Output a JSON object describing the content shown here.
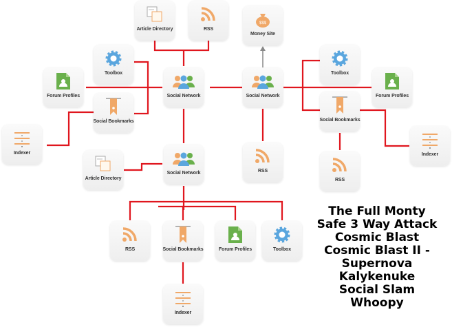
{
  "colors": {
    "wire": "#e0161e",
    "arrow": "#888888",
    "orange": "#f0a868",
    "green": "#6ab04c",
    "blue": "#5aa6de"
  },
  "nodes": [
    {
      "id": "ad1",
      "label": "Article Directory",
      "icon": "article-directory-icon"
    },
    {
      "id": "rss1",
      "label": "RSS",
      "icon": "rss-icon"
    },
    {
      "id": "money",
      "label": "Money Site",
      "icon": "money-bag-icon"
    },
    {
      "id": "tb1",
      "label": "Toolbox",
      "icon": "gear-icon"
    },
    {
      "id": "sn1",
      "label": "Social Network",
      "icon": "people-icon"
    },
    {
      "id": "sn2",
      "label": "Social Network",
      "icon": "people-icon"
    },
    {
      "id": "tb2",
      "label": "Toolbox",
      "icon": "gear-icon"
    },
    {
      "id": "fp1",
      "label": "Forum Profiles",
      "icon": "forum-profile-icon"
    },
    {
      "id": "fp2",
      "label": "Forum Profiles",
      "icon": "forum-profile-icon"
    },
    {
      "id": "sb1",
      "label": "Social Bookmarks",
      "icon": "bookmark-icon"
    },
    {
      "id": "sb2",
      "label": "Social Bookmarks",
      "icon": "bookmark-icon"
    },
    {
      "id": "ix1",
      "label": "Indexer",
      "icon": "indexer-icon"
    },
    {
      "id": "ix2",
      "label": "Indexer",
      "icon": "indexer-icon"
    },
    {
      "id": "ad2",
      "label": "Article Directory",
      "icon": "article-directory-icon"
    },
    {
      "id": "sn3",
      "label": "Social Network",
      "icon": "people-icon"
    },
    {
      "id": "rss2",
      "label": "RSS",
      "icon": "rss-icon"
    },
    {
      "id": "rss3",
      "label": "RSS",
      "icon": "rss-icon"
    },
    {
      "id": "rss4",
      "label": "RSS",
      "icon": "rss-icon"
    },
    {
      "id": "sb3",
      "label": "Social Bookmarks",
      "icon": "bookmark-icon"
    },
    {
      "id": "fp3",
      "label": "Forum Profiles",
      "icon": "forum-profile-icon"
    },
    {
      "id": "tb3",
      "label": "Toolbox",
      "icon": "gear-icon"
    },
    {
      "id": "ix3",
      "label": "Indexer",
      "icon": "indexer-icon"
    }
  ],
  "title_lines": [
    "The Full Monty",
    "Safe 3 Way Attack",
    "Cosmic Blast",
    "Cosmic Blast II -",
    "Supernova",
    "Kalykenuke",
    "Social Slam",
    "Whoopy"
  ]
}
